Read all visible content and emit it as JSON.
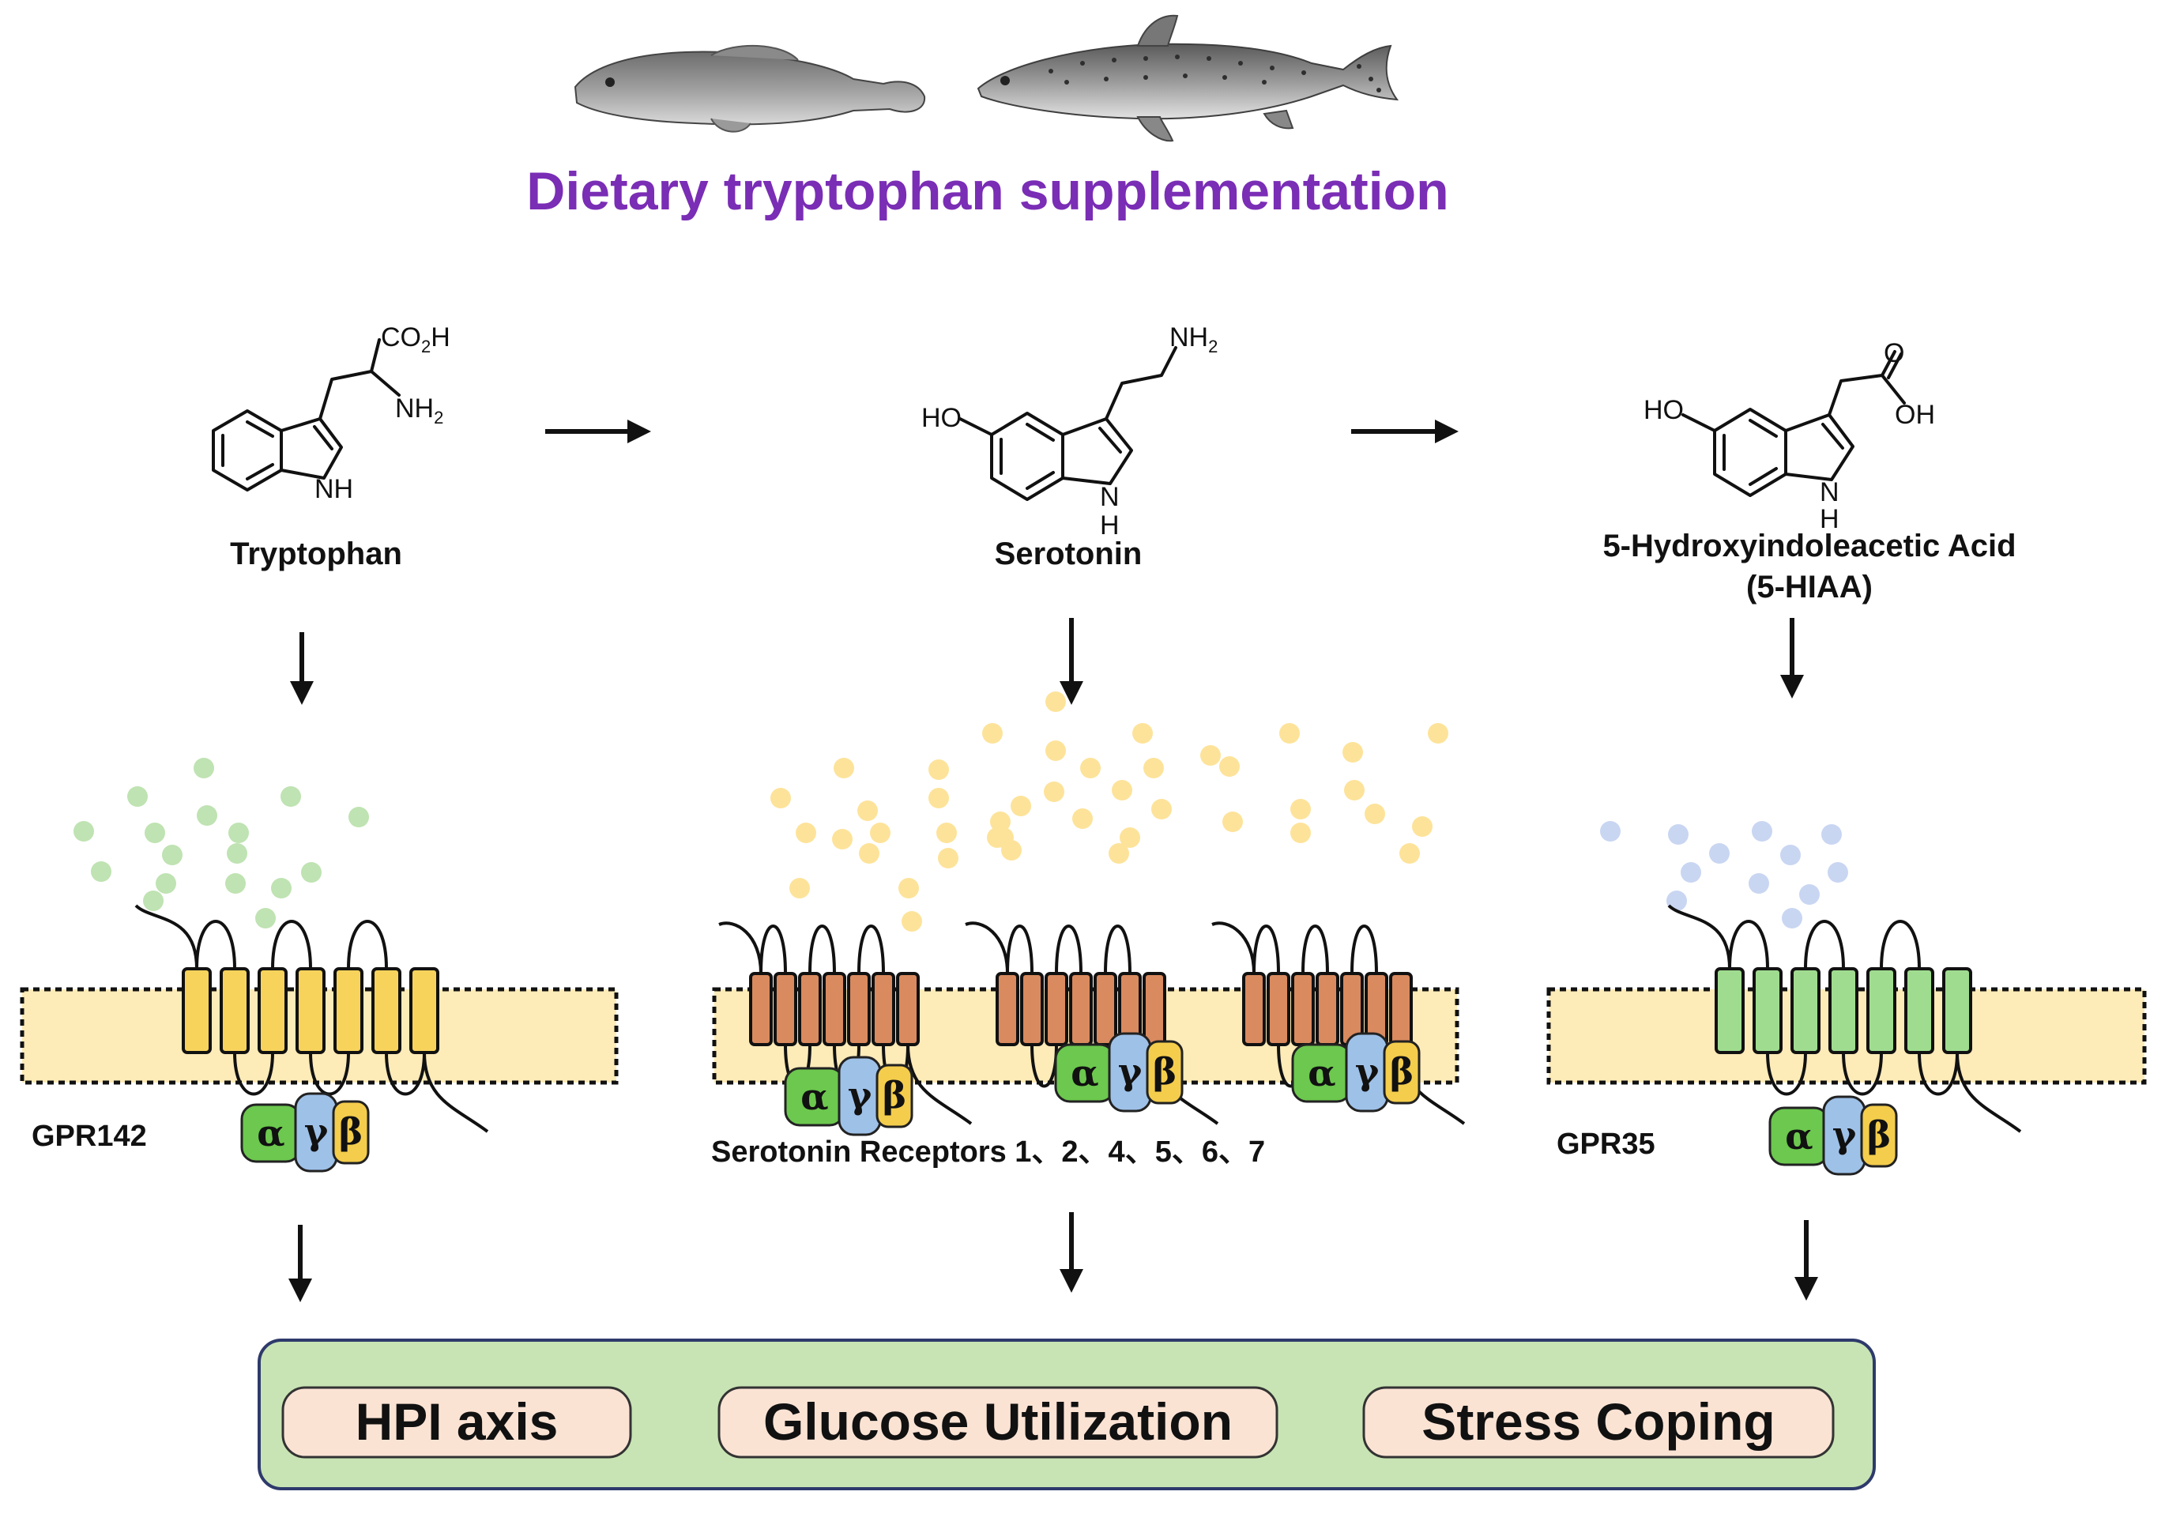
{
  "title": "Dietary tryptophan supplementation",
  "colors": {
    "title": "#7a2db5",
    "gpr142_tm": "#f7d35c",
    "serotonin_tm": "#d98a5f",
    "gpr35_tm": "#9fdc8f",
    "membrane": "#fdebb8",
    "alpha": "#6cc84e",
    "gamma": "#9ec1e8",
    "beta": "#f4cd4c",
    "ligand_green": "#bfe3b2",
    "ligand_yellow": "#fde39a",
    "ligand_blue": "#c9d6f2",
    "outcome_panel": "#c8e4b4",
    "outcome_pill": "#fbe3d4"
  },
  "compounds": {
    "tryptophan": {
      "name": "Tryptophan",
      "group_top": "CO",
      "group_top_sub": "2",
      "group_top_tail": "H",
      "amine": "NH",
      "amine_sub": "2",
      "ring_nh": "NH"
    },
    "serotonin": {
      "name": "Serotonin",
      "amine": "NH",
      "amine_sub": "2",
      "hydroxyl": "HO",
      "ring_n": "N",
      "ring_h": "H"
    },
    "hiaa": {
      "name_line1": "5-Hydroxyindoleacetic Acid",
      "name_line2": "(5-HIAA)",
      "hydroxyl": "HO",
      "carbonyl_o": "O",
      "acid_oh": "OH",
      "ring_n": "N",
      "ring_h": "H"
    }
  },
  "receptors": {
    "gpr142": {
      "label": "GPR142"
    },
    "serotonin": {
      "label": "Serotonin Receptors 1、2、4、5、6、7"
    },
    "gpr35": {
      "label": "GPR35"
    }
  },
  "gprotein": {
    "alpha": "α",
    "gamma": "γ",
    "beta": "β"
  },
  "outcomes": [
    "HPI axis",
    "Glucose Utilization",
    "Stress Coping"
  ]
}
